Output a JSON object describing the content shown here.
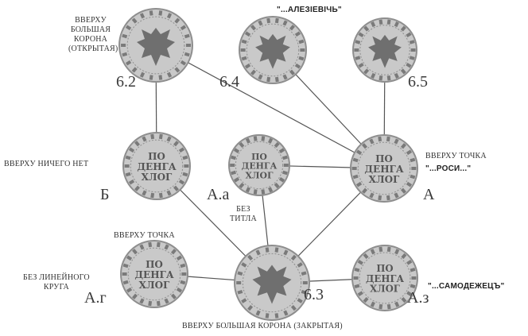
{
  "nodes": {
    "n62": {
      "code": "6.2",
      "note": "ВВЕРХУ\nБОЛЬШАЯ\nКОРОНА\n(ОТКРЫТАЯ)"
    },
    "n64": {
      "code": "6.4",
      "note": "\"...АЛЕЗІЕВІЧЬ\""
    },
    "n65": {
      "code": "6.5"
    },
    "nB": {
      "code": "Б",
      "note": "ВВЕРХУ НИЧЕГО НЕТ"
    },
    "nAa": {
      "code": "А.а",
      "note": "БЕЗ\nТИТЛА"
    },
    "nA": {
      "code": "А",
      "note": "ВВЕРХУ ТОЧКА",
      "note2": "\"...РОСИ...\""
    },
    "nAg": {
      "code": "А.г",
      "note": "ВВЕРХУ ТОЧКА",
      "note2": "БЕЗ ЛИНЕЙНОГО\nКРУГА"
    },
    "n63": {
      "code": "6.3",
      "note": "ВВЕРХУ БОЛЬШАЯ КОРОНА (ЗАКРЫТАЯ)"
    },
    "nAz": {
      "code": "А.з",
      "note": "\"...САМОДЕЖЕЦЪ\""
    }
  },
  "coin_text": {
    "obverse": "ПО\nДЕНГА\nХЛОГ",
    "reverse_glyph": "eagle"
  },
  "colors": {
    "coin_fill": "#c9c9c9",
    "coin_dark": "#8e8e8e",
    "line": "#555555",
    "text": "#333333"
  },
  "edges": [
    [
      "n62",
      "nB"
    ],
    [
      "n62",
      "nA"
    ],
    [
      "n64",
      "nA"
    ],
    [
      "n65",
      "nA"
    ],
    [
      "nB",
      "n63"
    ],
    [
      "nAa",
      "n63"
    ],
    [
      "nA",
      "nAa"
    ],
    [
      "nA",
      "n63"
    ],
    [
      "nAg",
      "n63"
    ],
    [
      "n63",
      "nAz"
    ]
  ]
}
